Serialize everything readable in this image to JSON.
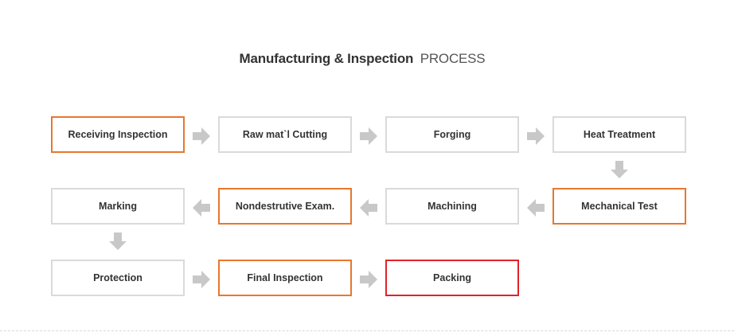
{
  "title": {
    "main": "Manufacturing & Inspection",
    "sub": "PROCESS"
  },
  "steps": {
    "receiving_inspection": "Receiving Inspection",
    "raw_cutting": "Raw mat`l Cutting",
    "forging": "Forging",
    "heat_treatment": "Heat Treatment",
    "mechanical_test": "Mechanical Test",
    "machining": "Machining",
    "nondestructive_exam": "Nondestrutive Exam.",
    "marking": "Marking",
    "protection": "Protection",
    "final_inspection": "Final Inspection",
    "packing": "Packing"
  },
  "colors": {
    "highlight_orange": "#e8772e",
    "highlight_red": "#e2222a",
    "default_border": "#dadada",
    "arrow": "#c8c8c8"
  }
}
